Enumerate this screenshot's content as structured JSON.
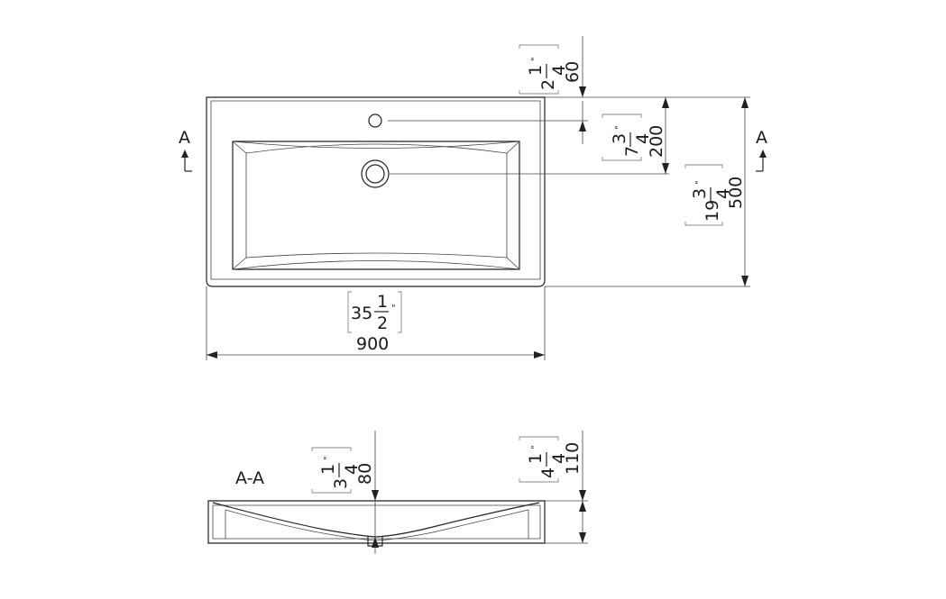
{
  "top_view": {
    "section_marker_left": "A",
    "section_marker_right": "A",
    "width_mm": "900",
    "width_in_whole": "35",
    "width_in_num": "1",
    "width_in_den": "2",
    "depth_mm": "500",
    "depth_in_whole": "19",
    "depth_in_num": "3",
    "depth_in_den": "4",
    "rim_mm": "60",
    "rim_in_whole": "2",
    "rim_in_num": "1",
    "rim_in_den": "4",
    "drain_offset_mm": "200",
    "drain_offset_in_whole": "7",
    "drain_offset_in_num": "3",
    "drain_offset_in_den": "4",
    "inch_mark": "\""
  },
  "section_view": {
    "label": "A-A",
    "basin_depth_mm": "80",
    "basin_depth_in_whole": "3",
    "basin_depth_in_num": "1",
    "basin_depth_in_den": "4",
    "height_mm": "110",
    "height_in_whole": "4",
    "height_in_num": "1",
    "height_in_den": "4"
  }
}
